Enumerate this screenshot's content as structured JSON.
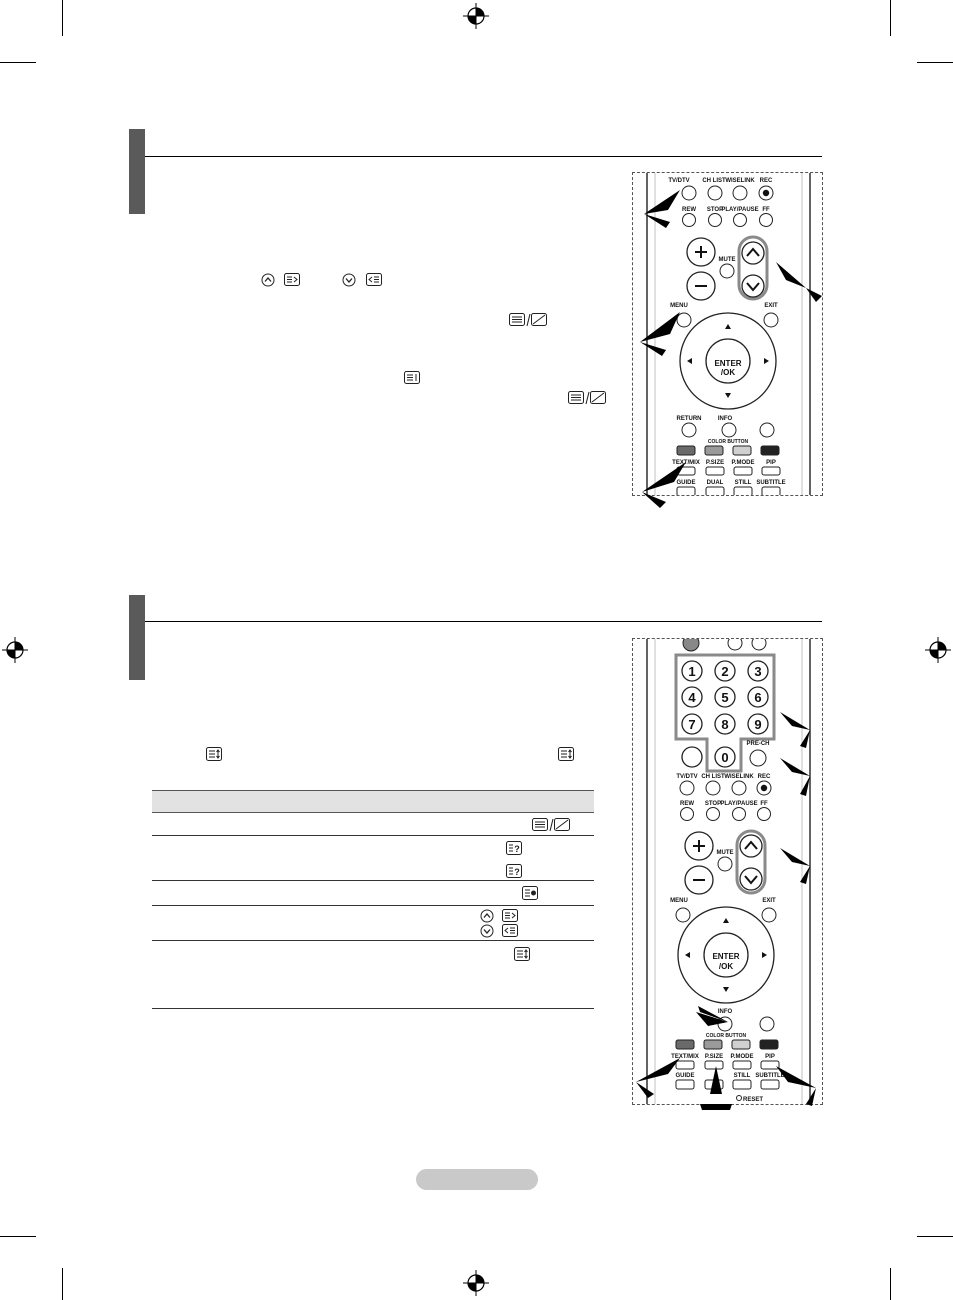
{
  "remote_labels": {
    "tv_dtv": "TV/DTV",
    "ch_list": "CH LIST",
    "wiselink": "WISELINK",
    "rec": "REC",
    "rew": "REW",
    "stop": "STOP",
    "play_pause": "PLAY/PAUSE",
    "ff": "FF",
    "mute": "MUTE",
    "menu": "MENU",
    "exit": "EXIT",
    "enter": "ENTER",
    "ok": "/OK",
    "return": "RETURN",
    "info": "INFO",
    "color_button": "COLOR BUTTON",
    "text_mix": "TEXT/MIX",
    "p_size": "P.SIZE",
    "p_mode": "P.MODE",
    "pip": "PIP",
    "guide": "GUIDE",
    "dual": "DUAL",
    "still": "STILL",
    "subtitle": "SUBTITLE",
    "pre_ch": "PRE-CH",
    "reset": "RESET",
    "digits": [
      "1",
      "2",
      "3",
      "4",
      "5",
      "6",
      "7",
      "8",
      "9",
      "0"
    ]
  },
  "colors": {
    "section_bar": "#5a5a5a",
    "table_header": "#e2e2e2",
    "page_pill": "#c9c9c9",
    "remote_body": "#ffffff",
    "highlight_outline": "#8a8a8a"
  },
  "icons": [
    "register-mark-icon",
    "teletext-page-up-icon",
    "teletext-page-down-icon",
    "teletext-hold-icon",
    "teletext-reveal-icon",
    "teletext-mix-icon",
    "teletext-index-icon",
    "teletext-size-icon",
    "pointer-arrow-icon"
  ]
}
